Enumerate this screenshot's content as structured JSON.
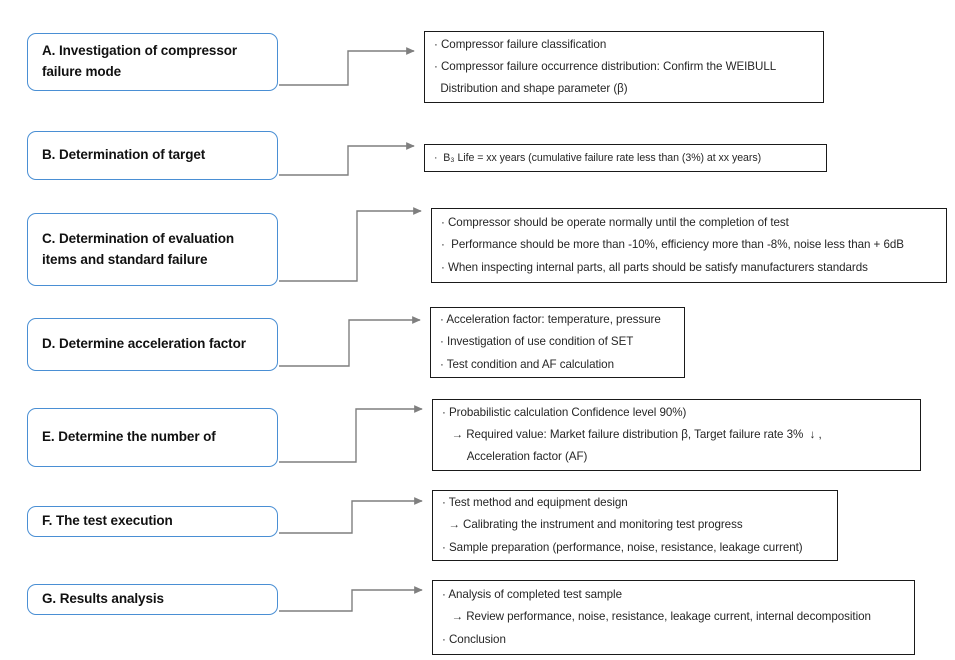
{
  "diagram": {
    "title": "Compressor reliability test procedure flowchart",
    "accent_color": "#4a8fd4",
    "connector_color": "#7f7f7f",
    "text_color": "#262626",
    "stages": [
      {
        "id": "A",
        "label": "A. Investigation of compressor\nfailure mode",
        "details": [
          "· Compressor failure classification",
          "· Compressor failure occurrence distribution: Confirm the WEIBULL",
          "  Distribution and shape parameter (β)"
        ]
      },
      {
        "id": "B",
        "label": "B. Determination of target",
        "details": [
          "·  B₃ Life = xx years (cumulative failure rate less than (3%) at xx years)"
        ]
      },
      {
        "id": "C",
        "label": "C. Determination of evaluation\nitems and standard failure",
        "details": [
          "· Compressor should be operate normally until the completion of test",
          "·  Performance should be more than -10%, efficiency more than -8%, noise less than + 6dB",
          "· When inspecting internal parts, all parts should be satisfy manufacturers standards"
        ]
      },
      {
        "id": "D",
        "label": "D. Determine acceleration factor",
        "details": [
          "· Acceleration factor: temperature, pressure",
          "· Investigation of use condition of SET",
          "· Test condition and AF calculation"
        ]
      },
      {
        "id": "E",
        "label": "E. Determine the number of",
        "details": [
          "· Probabilistic calculation Confidence level 90%)",
          "   → Required value: Market failure distribution β, Target failure rate 3%  ↓ ,",
          "        Acceleration factor (AF)"
        ]
      },
      {
        "id": "F",
        "label": "F. The test execution",
        "details": [
          "· Test method and equipment design",
          "  → Calibrating the instrument and monitoring test progress",
          "· Sample preparation (performance, noise, resistance, leakage current)"
        ]
      },
      {
        "id": "G",
        "label": "G. Results analysis",
        "details": [
          "· Analysis of completed test sample",
          "   → Review performance, noise, resistance, leakage current, internal decomposition",
          "· Conclusion"
        ]
      }
    ]
  }
}
